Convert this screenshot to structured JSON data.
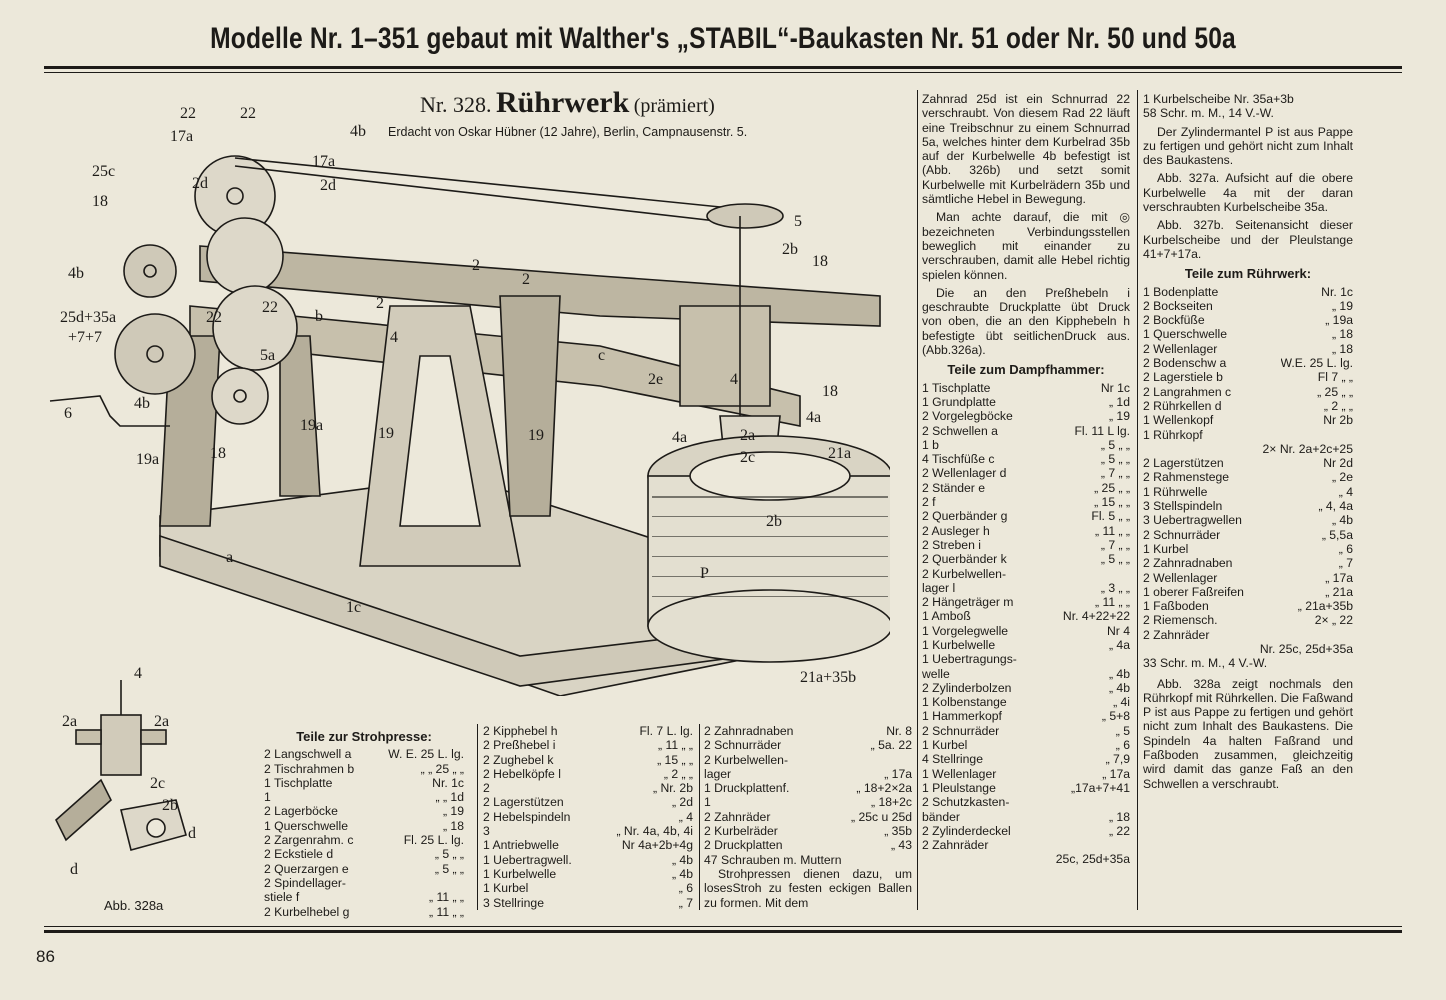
{
  "header": "Modelle Nr. 1–351 gebaut mit Walther's „STABIL“-Baukasten Nr. 51 oder Nr. 50 und 50a",
  "model": {
    "nr": "Nr. 328.",
    "name": "Rührwerk",
    "prize": "(prämiert)",
    "designer": "Erdacht von Oskar Hübner (12 Jahre), Berlin, Campnausenstr. 5."
  },
  "figure_labels": [
    "22",
    "22",
    "4b",
    "17a",
    "17a",
    "25c",
    "2d",
    "2d",
    "18",
    "5",
    "2b",
    "18",
    "4b",
    "2",
    "2",
    "2",
    "b",
    "25d+35a",
    "+7+7",
    "22",
    "22",
    "5a",
    "c",
    "2e",
    "4",
    "18",
    "4",
    "4a",
    "4a",
    "2a",
    "2c",
    "21a",
    "6",
    "4b",
    "19a",
    "19a",
    "18",
    "19",
    "19",
    "2b",
    "P",
    "a",
    "1c",
    "21a+35b"
  ],
  "small_figure": {
    "labels": [
      "4",
      "2a",
      "2a",
      "2c",
      "2b",
      "d",
      "d"
    ],
    "caption": "Abb. 328a"
  },
  "strohpresse": {
    "heading": "Teile zur Strohpresse:",
    "col1": [
      [
        "2 Langschwell a",
        "W. E. 25 L. lg."
      ],
      [
        "2 Tischrahmen b",
        "„ „ 25 „ „"
      ],
      [
        "1 Tischplatte",
        "Nr. 1c"
      ],
      [
        "1",
        "„ „ 1d"
      ],
      [
        "2 Lagerböcke",
        "„ 19"
      ],
      [
        "1 Querschwelle",
        "„ 18"
      ],
      [
        "2 Zargenrahm. c",
        "Fl. 25 L. lg."
      ],
      [
        "2 Eckstiele d",
        "„ 5 „ „"
      ],
      [
        "2 Querzargen e",
        "„ 5 „ „"
      ],
      [
        "2 Spindellager-",
        ""
      ],
      [
        "stiele f",
        "„ 11 „ „"
      ],
      [
        "2 Kurbelhebel g",
        "„ 11 „ „"
      ]
    ],
    "col2": [
      [
        "2 Kipphebel h",
        "Fl. 7 L. lg."
      ],
      [
        "2 Preßhebel i",
        "„ 11 „ „"
      ],
      [
        "2 Zughebel k",
        "„ 15 „ „"
      ],
      [
        "2 Hebelköpfe l",
        "„ 2 „ „"
      ],
      [
        "2",
        "„ Nr. 2b"
      ],
      [
        "2 Lagerstützen",
        "„ 2d"
      ],
      [
        "2 Hebelspindeln",
        "„ 4"
      ],
      [
        "3",
        "„ Nr. 4a, 4b, 4i"
      ],
      [
        "1 Antriebwelle",
        "Nr 4a+2b+4g"
      ],
      [
        "1 Uebertragwell.",
        "„ 4b"
      ],
      [
        "1 Kurbelwelle",
        "„ 4b"
      ],
      [
        "1 Kurbel",
        "„ 6"
      ],
      [
        "3 Stellringe",
        "„ 7"
      ]
    ],
    "col3": [
      [
        "2 Zahnradnaben",
        "Nr. 8"
      ],
      [
        "2 Schnurräder",
        "„ 5a. 22"
      ],
      [
        "2 Kurbelwellen-",
        ""
      ],
      [
        "lager",
        "„ 17a"
      ],
      [
        "1 Druckplattenf.",
        "„ 18+2×2a"
      ],
      [
        "1",
        "„ 18+2c"
      ],
      [
        "2 Zahnräder",
        "„ 25c u 25d"
      ],
      [
        "2 Kurbelräder",
        "„ 35b"
      ],
      [
        "2 Druckplatten",
        "„ 43"
      ],
      [
        "47 Schrauben m. Muttern",
        ""
      ]
    ],
    "col3_text": "Strohpressen dienen dazu, um losesStroh zu festen eckigen Ballen zu formen. Mit dem"
  },
  "col_a": {
    "p1": "Zahnrad 25d ist ein Schnurrad 22 verschraubt. Von diesem Rad 22 läuft eine Treibschnur zu einem Schnurrad 5a, welches hinter dem Kurbelrad 35b auf der Kurbelwelle 4b befestigt ist (Abb. 326b) und setzt somit Kurbelwelle mit Kurbelrädern 35b und sämtliche Hebel in Bewegung.",
    "p2": "Man achte darauf, die mit ◎ bezeichneten Verbindungsstellen beweglich mit einander zu verschrauben, damit alle Hebel richtig spielen können.",
    "p3": "Die an den Preßhebeln i geschraubte Druckplatte übt Druck von oben, die an den Kipphebeln h befestigte übt seitlichenDruck aus.(Abb.326a).",
    "heading": "Teile zum Dampfhammer:",
    "parts": [
      [
        "1 Tischplatte",
        "Nr 1c"
      ],
      [
        "1 Grundplatte",
        "„ 1d"
      ],
      [
        "2 Vorgelegböcke",
        "„ 19"
      ],
      [
        "2 Schwellen a",
        "Fl. 11 L lg."
      ],
      [
        "1 b",
        "„ 5 „ „"
      ],
      [
        "4 Tischfüße c",
        "„ 5 „ „"
      ],
      [
        "2 Wellenlager d",
        "„ 7 „ „"
      ],
      [
        "2 Ständer e",
        "„ 25 „ „"
      ],
      [
        "2 f",
        "„ 15 „ „"
      ],
      [
        "2 Querbänder g",
        "Fl. 5 „ „"
      ],
      [
        "2 Ausleger h",
        "„ 11 „ „"
      ],
      [
        "2 Streben i",
        "„ 7 „ „"
      ],
      [
        "2 Querbänder k",
        "„ 5 „ „"
      ],
      [
        "2 Kurbelwellen-",
        ""
      ],
      [
        "lager l",
        "„ 3 „ „"
      ],
      [
        "2 Hängeträger m",
        "„ 11 „ „"
      ],
      [
        "1 Amboß",
        "Nr. 4+22+22"
      ],
      [
        "1 Vorgelegwelle",
        "Nr 4"
      ],
      [
        "1 Kurbelwelle",
        "„ 4a"
      ],
      [
        "1 Uebertragungs-",
        ""
      ],
      [
        "welle",
        "„ 4b"
      ],
      [
        "2 Zylinderbolzen",
        "„ 4b"
      ],
      [
        "1 Kolbenstange",
        "„ 4i"
      ],
      [
        "1 Hammerkopf",
        "„ 5+8"
      ],
      [
        "2 Schnurräder",
        "„ 5"
      ],
      [
        "1 Kurbel",
        "„ 6"
      ],
      [
        "4 Stellringe",
        "„ 7,9"
      ],
      [
        "1 Wellenlager",
        "„ 17a"
      ],
      [
        "1 Pleulstange",
        "„17a+7+41"
      ],
      [
        "2 Schutzkasten-",
        ""
      ],
      [
        "bänder",
        "„ 18"
      ],
      [
        "2 Zylinderdeckel",
        "„ 22"
      ],
      [
        "2 Zahnräder",
        ""
      ],
      [
        "",
        "25c, 25d+35a"
      ]
    ]
  },
  "col_b": {
    "top1": "1 Kurbelscheibe Nr. 35a+3b",
    "top2": "58 Schr. m. M., 14 V.-W.",
    "p1": "Der Zylindermantel P ist aus Pappe zu fertigen und gehört nicht zum Inhalt des Baukastens.",
    "p2": "Abb. 327a. Aufsicht auf die obere Kurbelwelle 4a mit der daran verschraubten Kurbelscheibe 35a.",
    "p3": "Abb. 327b. Seitenansicht dieser Kurbelscheibe und der Pleulstange 41+7+17a.",
    "heading": "Teile zum Rührwerk:",
    "parts": [
      [
        "1 Bodenplatte",
        "Nr. 1c"
      ],
      [
        "2 Bockseiten",
        "„ 19"
      ],
      [
        "2 Bockfüße",
        "„ 19a"
      ],
      [
        "1 Querschwelle",
        "„ 18"
      ],
      [
        "2 Wellenlager",
        "„ 18"
      ],
      [
        "2 Bodenschw a",
        "W.E. 25 L. lg."
      ],
      [
        "2 Lagerstiele b",
        "Fl 7 „ „"
      ],
      [
        "2 Langrahmen c",
        "„ 25 „ „"
      ],
      [
        "2 Rührkellen d",
        "„ 2 „ „"
      ],
      [
        "1 Wellenkopf",
        "Nr 2b"
      ],
      [
        "1 Rührkopf",
        ""
      ],
      [
        "",
        "2× Nr. 2a+2c+25"
      ],
      [
        "2 Lagerstützen",
        "Nr 2d"
      ],
      [
        "2 Rahmenstege",
        "„ 2e"
      ],
      [
        "1 Rührwelle",
        "„ 4"
      ],
      [
        "3 Stellspindeln",
        "„ 4, 4a"
      ],
      [
        "3 Uebertragwellen",
        "„ 4b"
      ],
      [
        "2 Schnurräder",
        "„ 5,5a"
      ],
      [
        "1 Kurbel",
        "„ 6"
      ],
      [
        "2 Zahnradnaben",
        "„ 7"
      ],
      [
        "2 Wellenlager",
        "„ 17a"
      ],
      [
        "1 oberer Faßreifen",
        "„ 21a"
      ],
      [
        "1 Faßboden",
        "„ 21a+35b"
      ],
      [
        "2 Riemensch.",
        "2× „ 22"
      ],
      [
        "2 Zahnräder",
        ""
      ],
      [
        "",
        "Nr. 25c, 25d+35a"
      ],
      [
        "33 Schr. m. M., 4 V.-W.",
        ""
      ]
    ],
    "p4": "Abb. 328a zeigt nochmals den Rührkopf mit Rührkellen. Die Faßwand P ist aus Pappe zu fertigen und gehört nicht zum Inhalt des Baukastens. Die Spindeln 4a halten Faßrand und Faßboden zusammen, gleichzeitig wird damit das ganze Faß an den Schwellen a verschraubt."
  },
  "page_number": "86"
}
